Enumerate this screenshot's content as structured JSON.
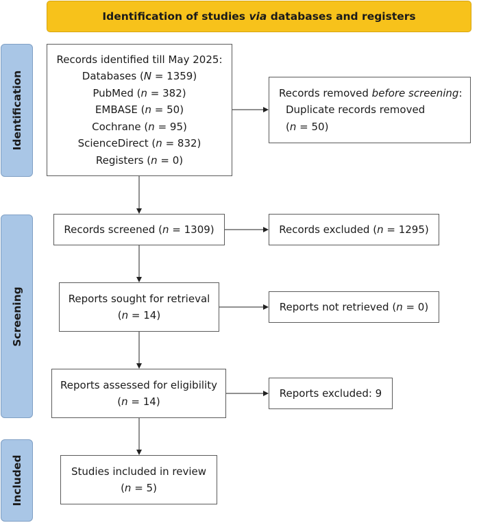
{
  "header": {
    "title_pre": "Identification of studies ",
    "title_em": "via",
    "title_post": " databases and registers"
  },
  "phases": {
    "identification": "Identification",
    "screening": "Screening",
    "included": "Included"
  },
  "records_identified": {
    "heading": "Records identified till May 2025:",
    "databases": {
      "label": "Databases (",
      "n_sym": "N",
      "rest": " = 1359)"
    },
    "pubmed": {
      "label": "PubMed (",
      "n_sym": "n",
      "rest": " = 382)"
    },
    "embase": {
      "label": "EMBASE (",
      "n_sym": "n",
      "rest": " = 50)"
    },
    "cochrane": {
      "label": "Cochrane (",
      "n_sym": "n",
      "rest": " = 95)"
    },
    "sciencedirect": {
      "label": "ScienceDirect (",
      "n_sym": "n",
      "rest": " = 832)"
    },
    "registers": {
      "label": "Registers (",
      "n_sym": "n",
      "rest": " = 0)"
    }
  },
  "records_removed": {
    "heading_pre": "Records removed ",
    "heading_em": "before screening",
    "heading_post": ":",
    "line2": "Duplicate records removed",
    "line3_pre": "(",
    "n_sym": "n",
    "line3_post": " = 50)"
  },
  "records_screened": {
    "pre": "Records screened (",
    "n_sym": "n",
    "post": " = 1309)"
  },
  "records_excluded": {
    "pre": "Records excluded (",
    "n_sym": "n",
    "post": " = 1295)"
  },
  "reports_sought": {
    "line1": "Reports sought for retrieval",
    "pre": "(",
    "n_sym": "n",
    "post": " = 14)"
  },
  "reports_not_retrieved": {
    "pre": "Reports not retrieved (",
    "n_sym": "n",
    "post": " = 0)"
  },
  "reports_assessed": {
    "line1": "Reports assessed for eligibility",
    "pre": "(",
    "n_sym": "n",
    "post": " = 14)"
  },
  "reports_excluded": {
    "text": "Reports excluded: 9"
  },
  "studies_included": {
    "line1": "Studies included in review",
    "pre": "(",
    "n_sym": "n",
    "post": " = 5)"
  },
  "colors": {
    "banner": "#f7c21b",
    "phase": "#a9c6e6",
    "border": "#5a5a5a"
  }
}
